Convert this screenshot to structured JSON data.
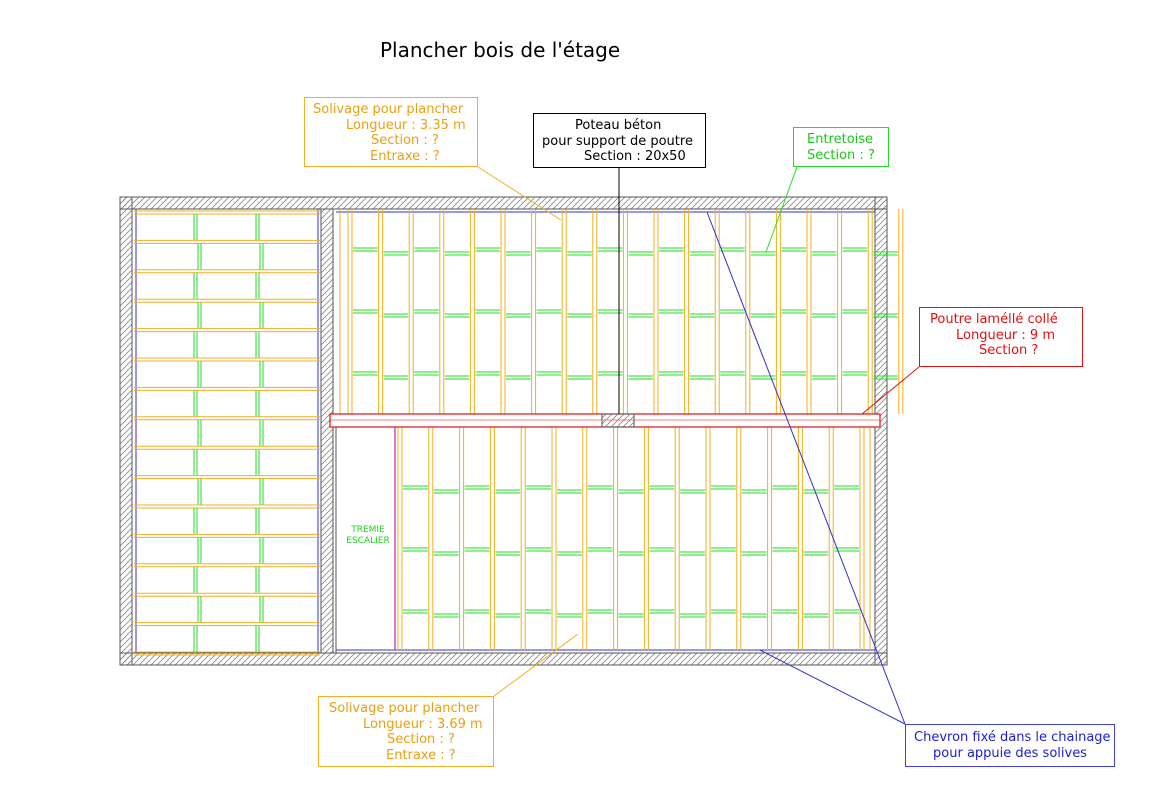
{
  "title": "Plancher bois de l'étage",
  "callouts": {
    "solivage_top": [
      "Solivage pour plancher",
      "Longueur : 3.35 m",
      "Section : ?",
      "Entraxe : ?"
    ],
    "poteau": [
      "Poteau béton",
      "pour support de poutre",
      "Section : 20x50"
    ],
    "entretoise": [
      "Entretoise",
      "Section : ?"
    ],
    "poutre": [
      "Poutre laméllé collé",
      "Longueur : 9 m",
      "Section ?"
    ],
    "solivage_bottom": [
      "Solivage pour plancher",
      "Longueur : 3.69 m",
      "Section : ?",
      "Entraxe : ?"
    ],
    "chevron": [
      "Chevron fixé dans le chainage",
      "pour appuie des solives"
    ]
  },
  "tremie": [
    "TREMIE",
    "ESCALIER"
  ],
  "colors": {
    "joist": "#f0b020",
    "blocking": "#22dd22",
    "beam": "#e01010",
    "chevron": "#3030d0",
    "post": "#000000",
    "trimmer": "#c020c0"
  }
}
